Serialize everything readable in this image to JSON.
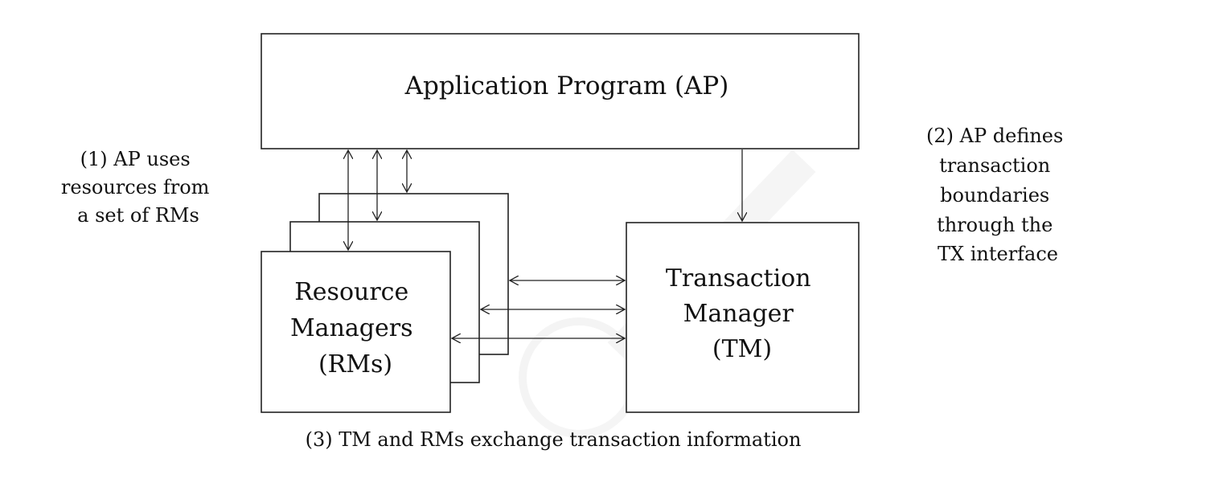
{
  "diagram": {
    "ap_label": "Application Program (AP)",
    "rm_label": [
      "Resource",
      "Managers",
      "(RMs)"
    ],
    "tm_label": [
      "Transaction",
      "Manager",
      "(TM)"
    ],
    "note1": [
      "(1) AP uses",
      "resources from",
      "a set of RMs"
    ],
    "note2": [
      "(2) AP defines",
      "transaction",
      "boundaries",
      "through the",
      "TX interface"
    ],
    "note3": "(3) TM and RMs exchange transaction information"
  },
  "colors": {
    "stroke": "#222222",
    "text": "#111111",
    "background": "#ffffff"
  }
}
